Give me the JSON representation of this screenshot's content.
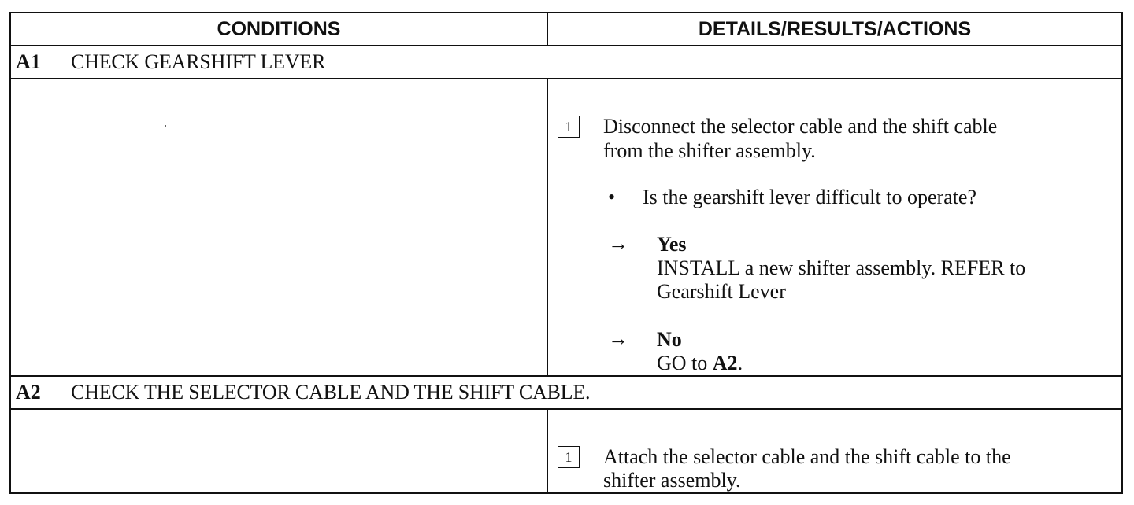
{
  "header": {
    "conditions": "CONDITIONS",
    "details": "DETAILS/RESULTS/ACTIONS"
  },
  "sections": [
    {
      "id": "A1",
      "title": "CHECK GEARSHIFT LEVER",
      "step": {
        "number": "1",
        "line1": "Disconnect the selector cable and the shift cable",
        "line2": "from the shifter assembly.",
        "bullet": "•",
        "question": "Is the gearshift lever difficult to operate?",
        "arrow": "→",
        "yes_label": "Yes",
        "yes_line1": "INSTALL a new shifter assembly. REFER to",
        "yes_line2": "Gearshift Lever",
        "no_label": "No",
        "no_prefix": "GO to ",
        "no_target": "A2",
        "no_suffix": "."
      }
    },
    {
      "id": "A2",
      "title": "CHECK THE SELECTOR CABLE AND THE SHIFT CABLE.",
      "step": {
        "number": "1",
        "line1": "Attach the selector cable and the shift cable to the",
        "line2": "shifter assembly."
      }
    }
  ]
}
